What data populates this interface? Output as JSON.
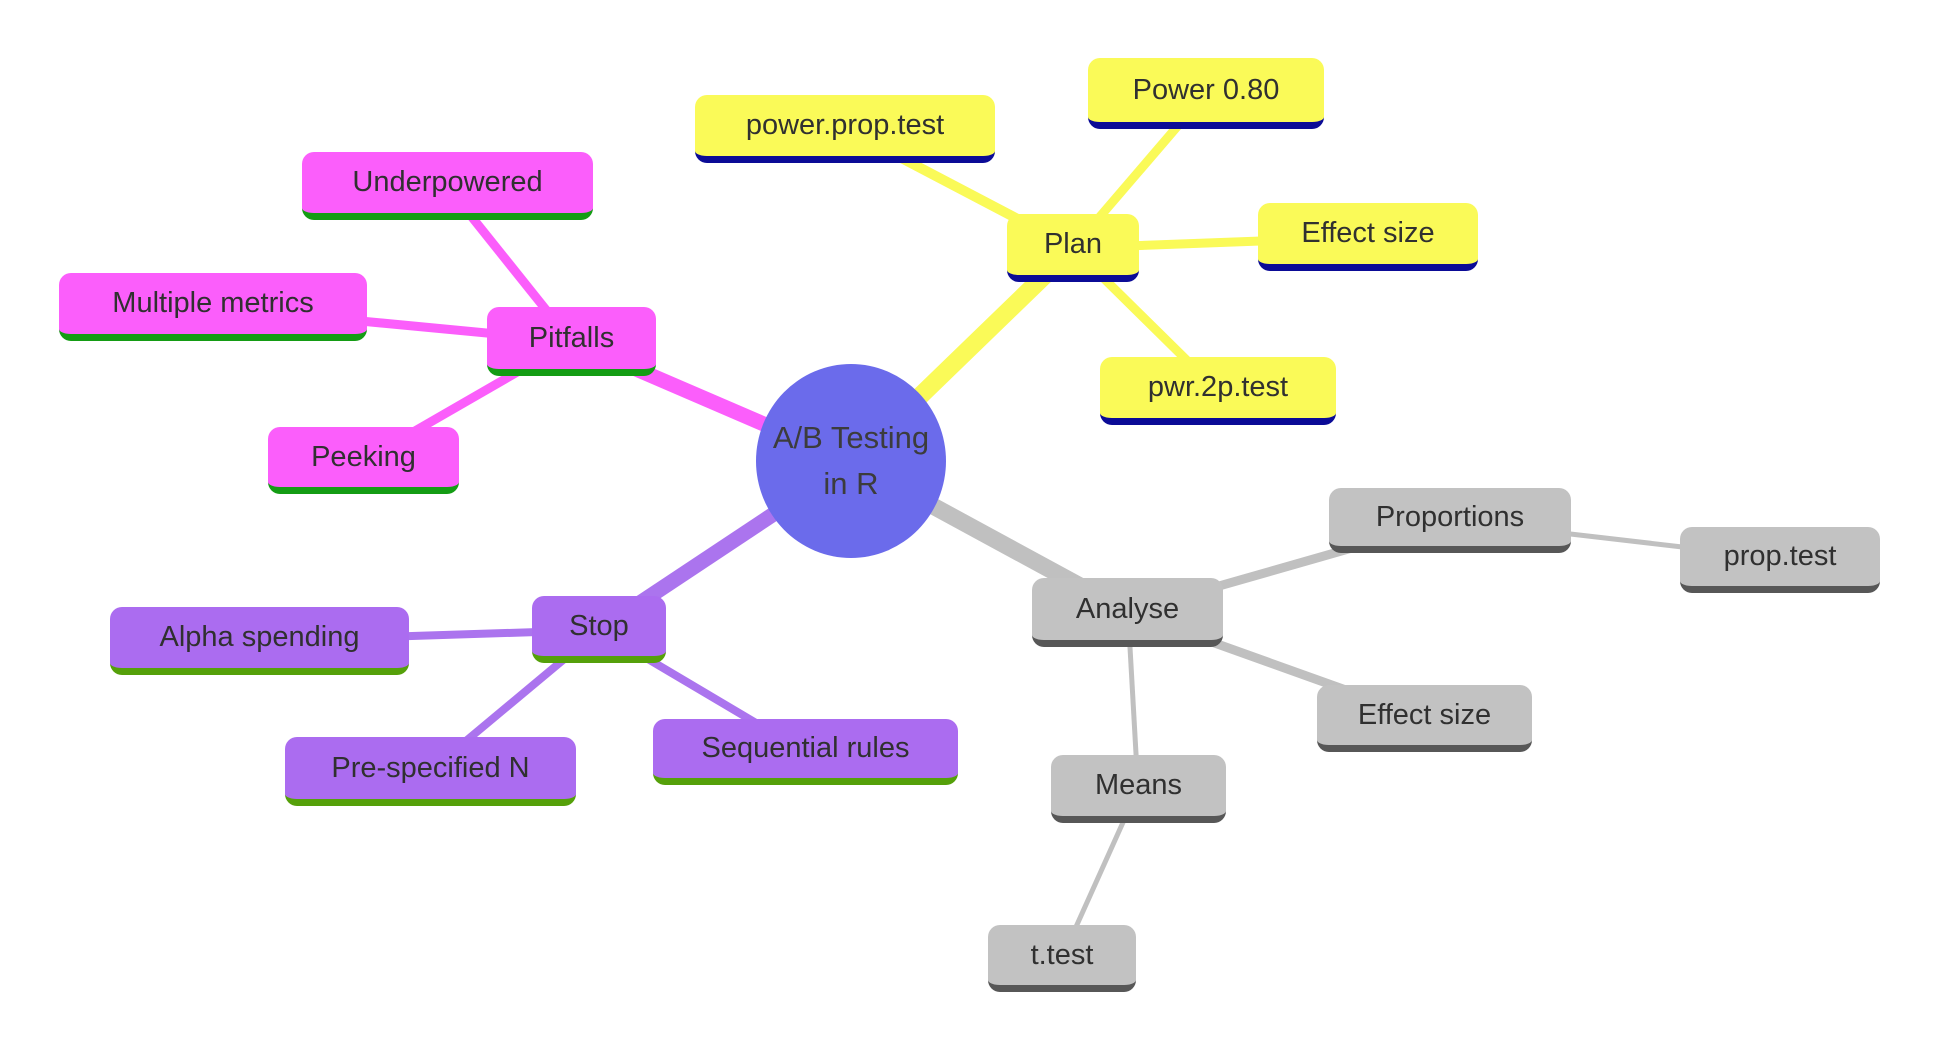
{
  "app": {
    "type": "mind-map",
    "background_color": "#ffffff",
    "text_color": "#303030"
  },
  "center": {
    "label": "A/B Testing in R",
    "line1": "A/B Testing",
    "line2": "in R",
    "fill_color": "#6b6beb"
  },
  "branches": [
    {
      "label": "Plan",
      "fill_color": "#fafa58",
      "underline_color": "#0b0b96",
      "edge_color": "#fafa58",
      "children": [
        {
          "label": "power.prop.test"
        },
        {
          "label": "Power 0.80"
        },
        {
          "label": "Effect size"
        },
        {
          "label": "pwr.2p.test"
        }
      ]
    },
    {
      "label": "Pitfalls",
      "fill_color": "#fb5efb",
      "underline_color": "#149c14",
      "edge_color": "#fb5efb",
      "children": [
        {
          "label": "Underpowered"
        },
        {
          "label": "Multiple metrics"
        },
        {
          "label": "Peeking"
        }
      ]
    },
    {
      "label": "Stop",
      "fill_color": "#ab6cf0",
      "underline_color": "#55a00a",
      "edge_color": "#ab74ee",
      "children": [
        {
          "label": "Alpha spending"
        },
        {
          "label": "Pre-specified N"
        },
        {
          "label": "Sequential rules"
        }
      ]
    },
    {
      "label": "Analyse",
      "fill_color": "#c2c2c2",
      "underline_color": "#575757",
      "edge_color": "#c0c0c0",
      "children": [
        {
          "label": "Proportions",
          "children": [
            {
              "label": "prop.test"
            }
          ]
        },
        {
          "label": "Effect size"
        },
        {
          "label": "Means",
          "children": [
            {
              "label": "t.test"
            }
          ]
        }
      ]
    }
  ]
}
